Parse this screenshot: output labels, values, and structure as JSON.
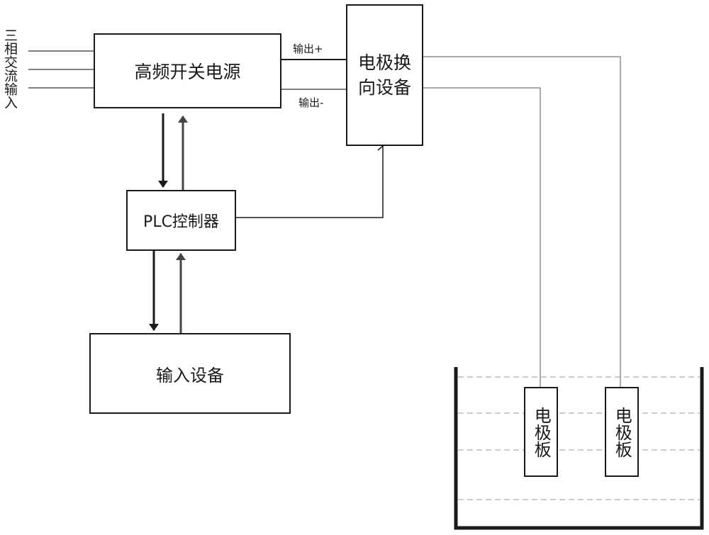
{
  "input": {
    "label": "三相交流输入"
  },
  "blocks": {
    "power_supply": "高频开关电源",
    "plc": "PLC控制器",
    "input_device": "输入设备",
    "reverser": "电极换向设备",
    "plate_left": "电极板",
    "plate_right": "电极板"
  },
  "outputs": {
    "positive": "输出+",
    "negative": "输出-"
  },
  "colors": {
    "line": "#1a1a1a",
    "thin_line": "#555555",
    "water": "#999999",
    "arrow_up": "#444444"
  }
}
